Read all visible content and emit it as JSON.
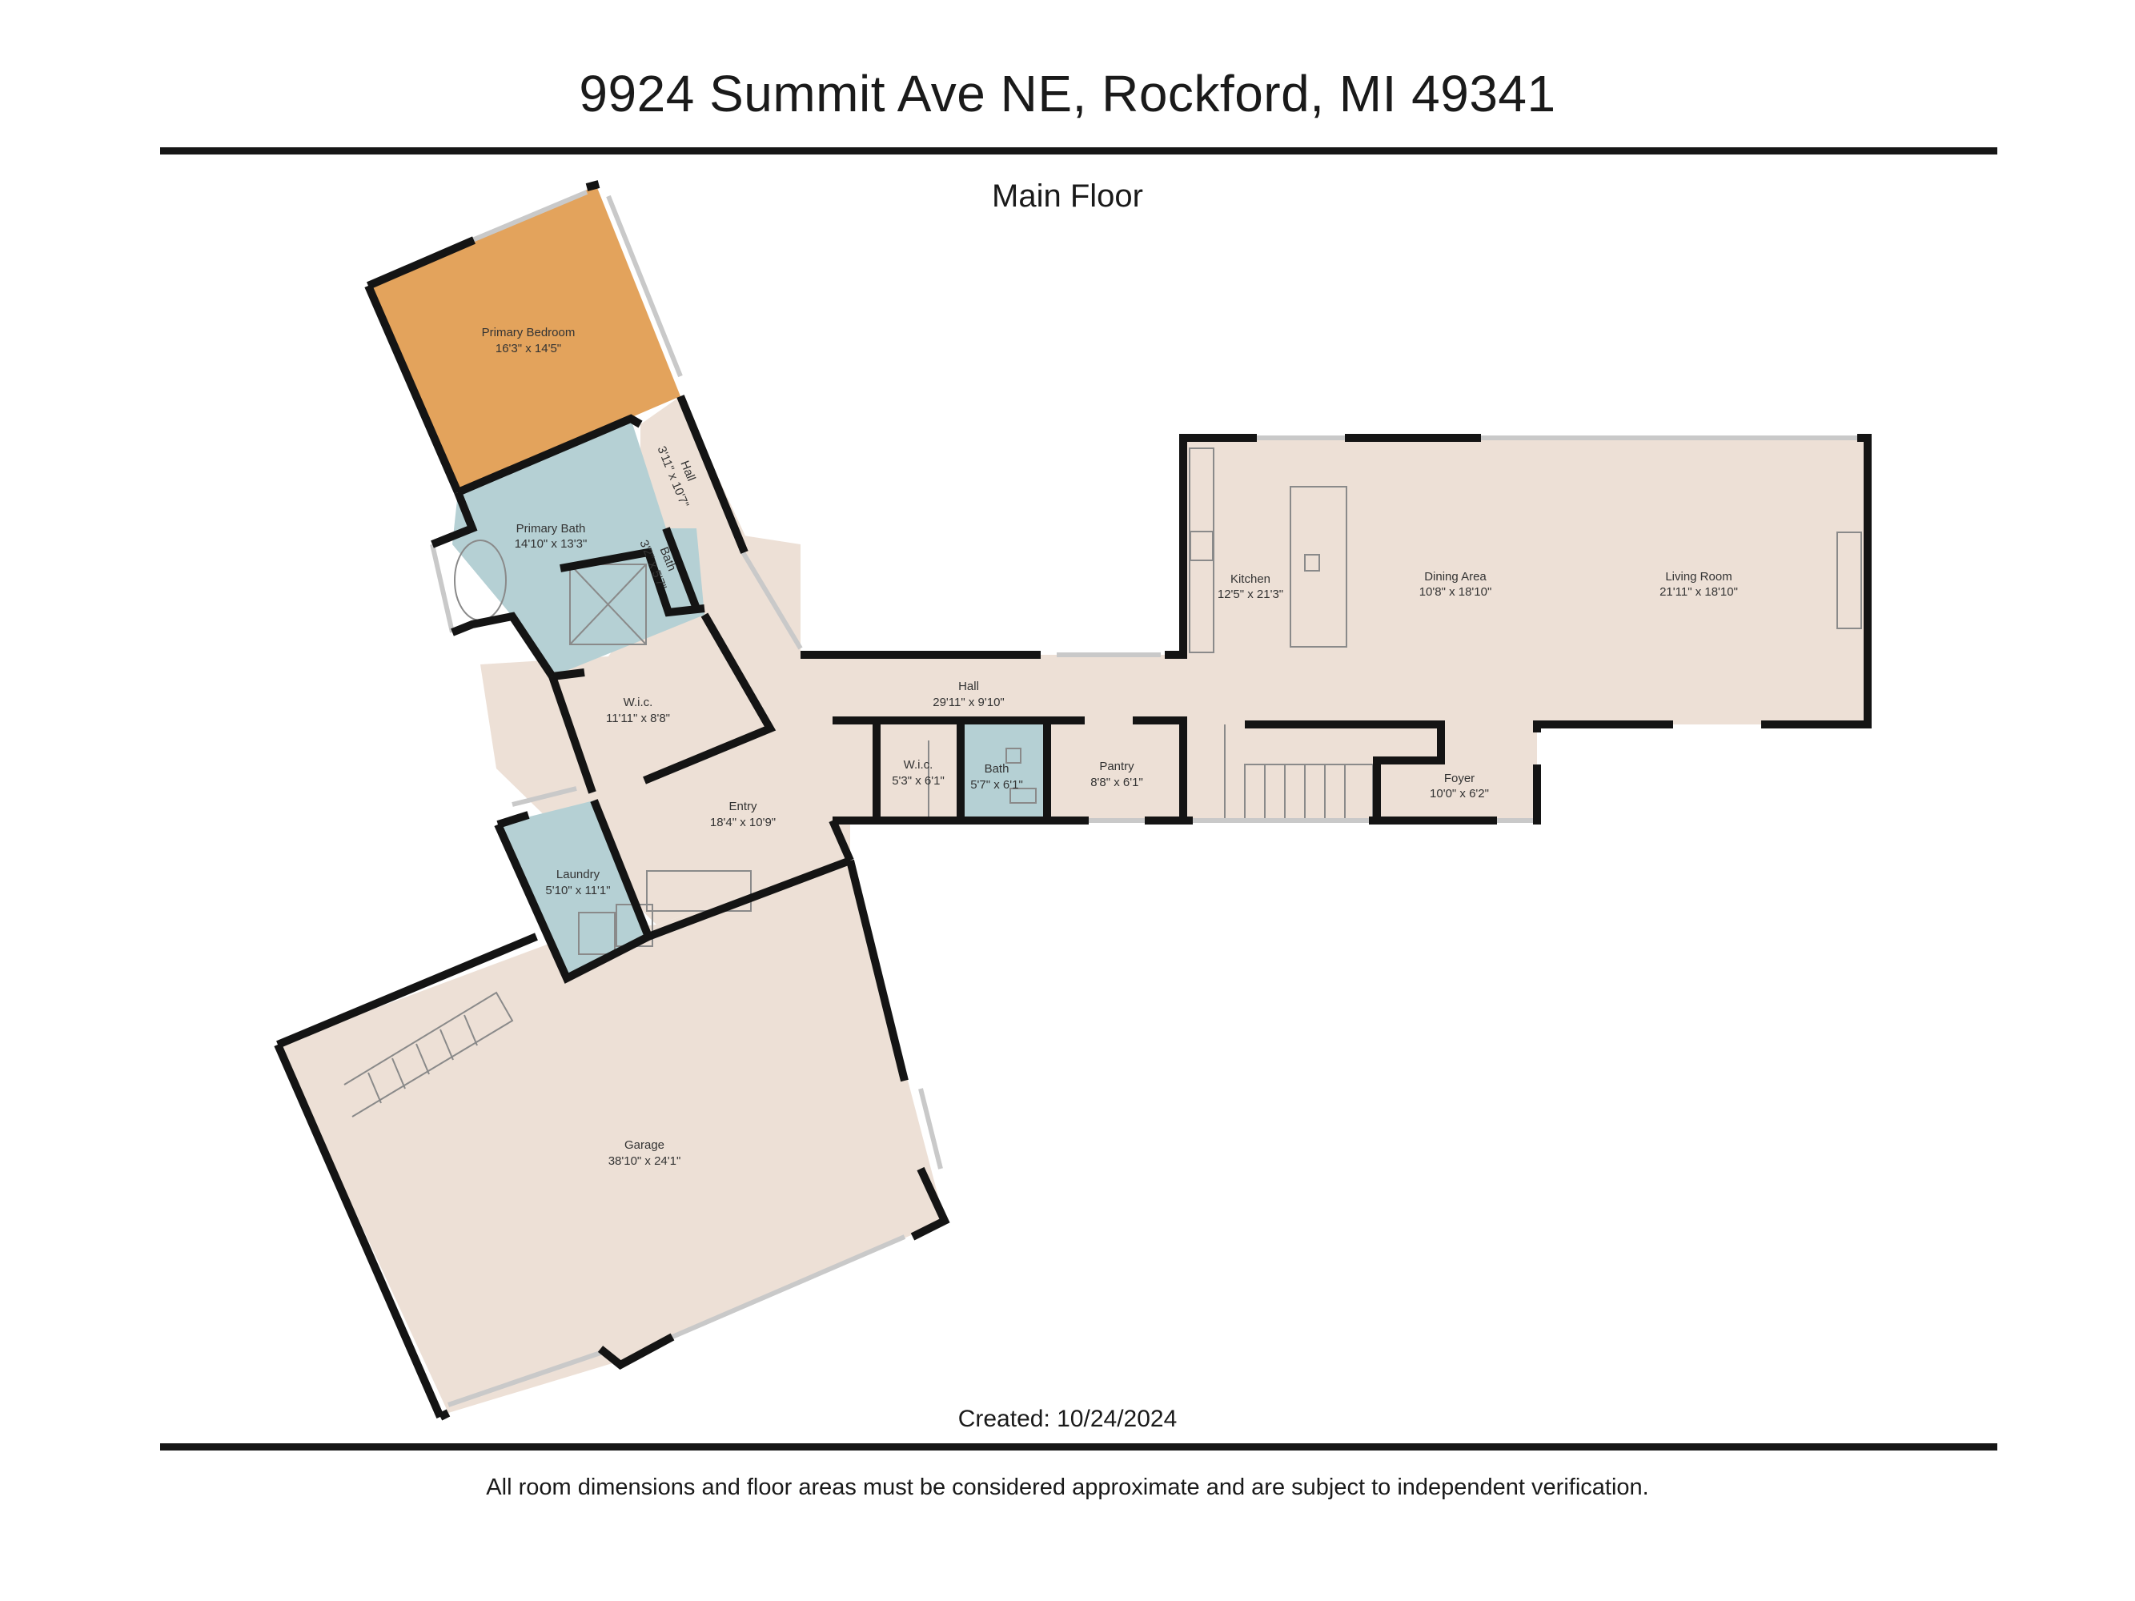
{
  "header": {
    "address": "9924 Summit Ave NE, Rockford, MI 49341",
    "floor_name": "Main Floor"
  },
  "footer": {
    "created": "Created: 10/24/2024",
    "disclaimer": "All room dimensions and floor areas must be considered approximate and are subject to independent verification."
  },
  "colors": {
    "floor": "#ede0d6",
    "bedroom": "#e3a35c",
    "wet_room": "#b5d0d4",
    "wall": "#141414"
  },
  "rooms": {
    "primary_bedroom": {
      "name": "Primary Bedroom",
      "dims": "16'3\" x 14'5\""
    },
    "hall_upper": {
      "name": "Hall",
      "dims": "3'11\" x 10'7\""
    },
    "primary_bath": {
      "name": "Primary Bath",
      "dims": "14'10\" x 13'3\""
    },
    "bath_small": {
      "name": "Bath",
      "dims": "3'2\" x 5'7\""
    },
    "wic_large": {
      "name": "W.i.c.",
      "dims": "11'11\" x 8'8\""
    },
    "entry": {
      "name": "Entry",
      "dims": "18'4\" x 10'9\""
    },
    "laundry": {
      "name": "Laundry",
      "dims": "5'10\" x 11'1\""
    },
    "garage": {
      "name": "Garage",
      "dims": "38'10\" x 24'1\""
    },
    "hall_main": {
      "name": "Hall",
      "dims": "29'11\" x 9'10\""
    },
    "wic_small": {
      "name": "W.i.c.",
      "dims": "5'3\" x 6'1\""
    },
    "bath_main": {
      "name": "Bath",
      "dims": "5'7\" x 6'1\""
    },
    "pantry": {
      "name": "Pantry",
      "dims": "8'8\" x 6'1\""
    },
    "kitchen": {
      "name": "Kitchen",
      "dims": "12'5\" x 21'3\""
    },
    "dining": {
      "name": "Dining Area",
      "dims": "10'8\" x 18'10\""
    },
    "living": {
      "name": "Living Room",
      "dims": "21'11\" x 18'10\""
    },
    "foyer": {
      "name": "Foyer",
      "dims": "10'0\" x 6'2\""
    }
  }
}
